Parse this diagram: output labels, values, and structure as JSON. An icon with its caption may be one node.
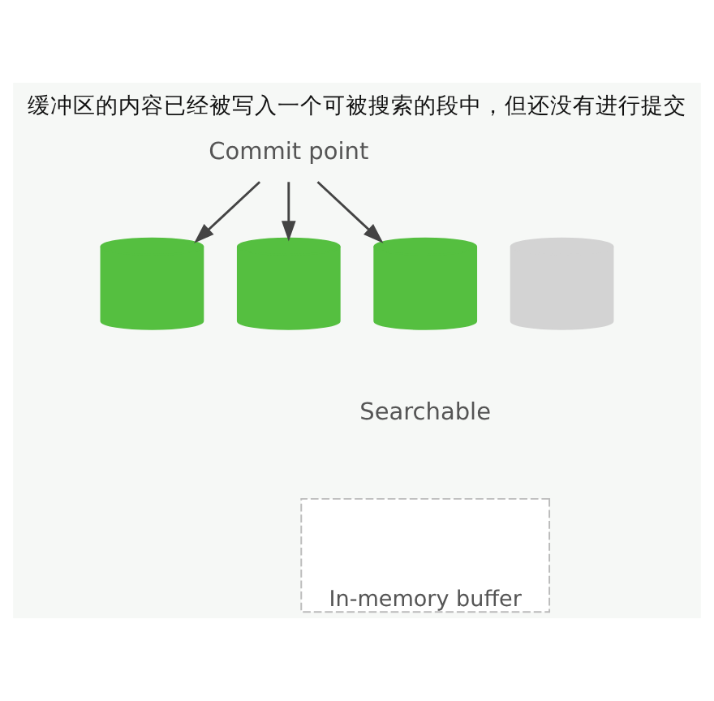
{
  "diagram": {
    "title": "缓冲区的内容已经被写入一个可被搜索的段中，但还没有进行提交",
    "nodes": [
      {
        "text": [
          "Commit point"
        ]
      },
      {
        "text": [],
        "shape": "cylinder"
      },
      {
        "text": [],
        "shape": "cylinder"
      },
      {
        "text": [],
        "shape": "cylinder"
      },
      {
        "text": [],
        "shape": "cylinder"
      },
      {
        "text": [
          "In-memory buffer"
        ]
      }
    ],
    "edges": [
      {
        "from": 0,
        "to": 1,
        "arrow": "to"
      },
      {
        "from": 0,
        "to": 2,
        "arrow": "to"
      },
      {
        "from": 0,
        "to": 3,
        "arrow": "to"
      }
    ],
    "labels": [
      "Searchable"
    ]
  }
}
